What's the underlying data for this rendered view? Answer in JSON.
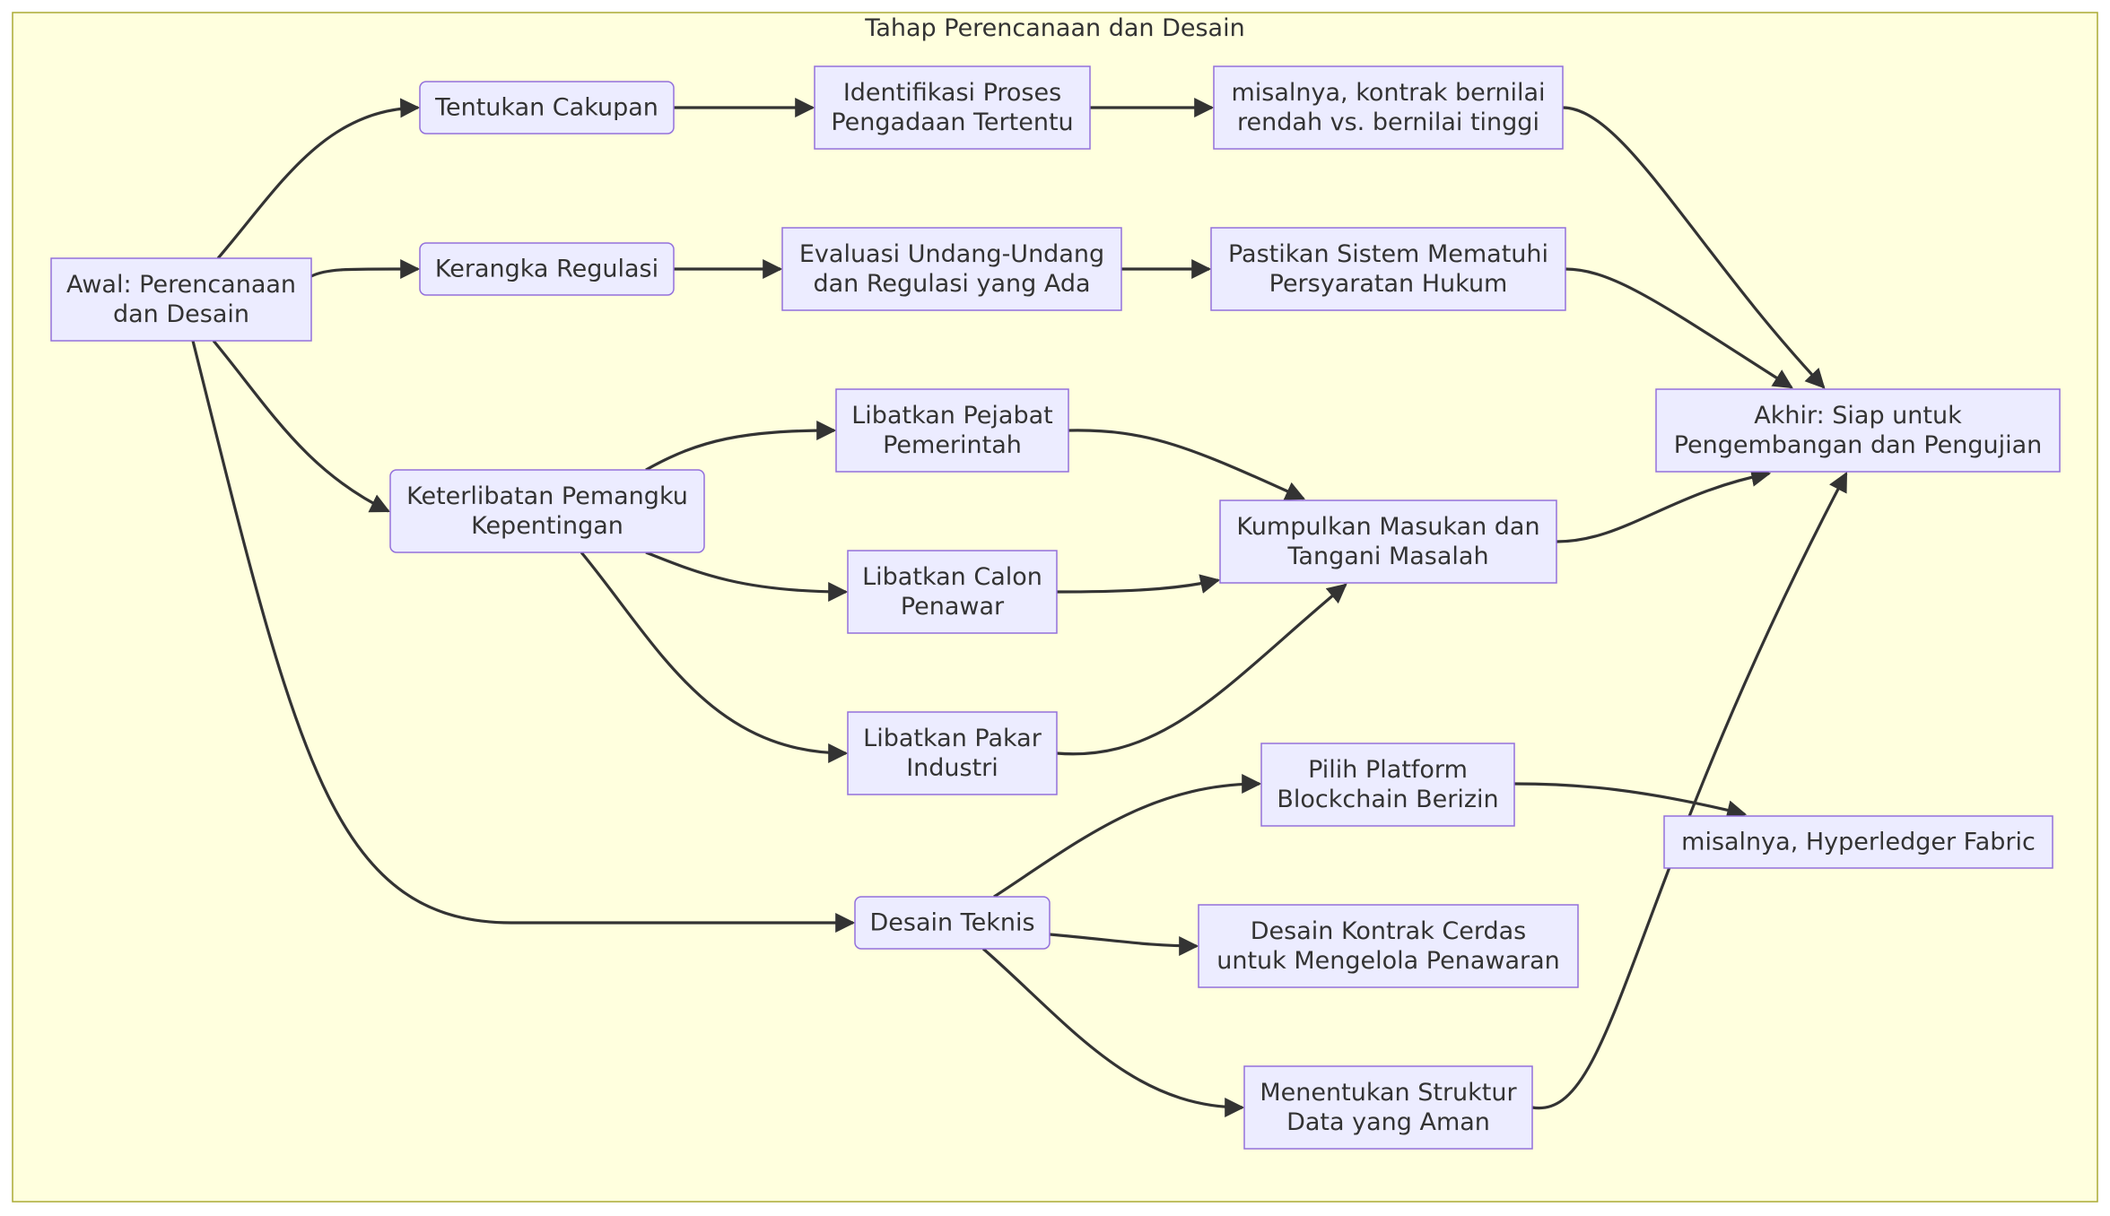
{
  "cluster": {
    "title": "Tahap Perencanaan dan Desain"
  },
  "colors": {
    "cluster_fill": "#ffffde",
    "cluster_stroke": "#aaaa33",
    "node_fill": "#ececff",
    "node_stroke": "#9370db",
    "edge": "#333333",
    "text": "#333333"
  },
  "nodes": {
    "awal": {
      "lines": [
        "Awal: Perencanaan",
        "dan Desain"
      ]
    },
    "tentukan": {
      "lines": [
        "Tentukan Cakupan"
      ]
    },
    "kerangka": {
      "lines": [
        "Kerangka Regulasi"
      ]
    },
    "keterlibatan": {
      "lines": [
        "Keterlibatan Pemangku",
        "Kepentingan"
      ]
    },
    "desain_teknis": {
      "lines": [
        "Desain Teknis"
      ]
    },
    "identifikasi": {
      "lines": [
        "Identifikasi Proses",
        "Pengadaan Tertentu"
      ]
    },
    "evaluasi": {
      "lines": [
        "Evaluasi Undang-Undang",
        "dan Regulasi yang Ada"
      ]
    },
    "pejabat": {
      "lines": [
        "Libatkan Pejabat",
        "Pemerintah"
      ]
    },
    "calon": {
      "lines": [
        "Libatkan Calon",
        "Penawar"
      ]
    },
    "pakar": {
      "lines": [
        "Libatkan Pakar",
        "Industri"
      ]
    },
    "kontrak_nilai": {
      "lines": [
        "misalnya, kontrak bernilai",
        "rendah vs. bernilai tinggi"
      ]
    },
    "pastikan": {
      "lines": [
        "Pastikan Sistem Mematuhi",
        "Persyaratan Hukum"
      ]
    },
    "kumpulkan": {
      "lines": [
        "Kumpulkan Masukan dan",
        "Tangani Masalah"
      ]
    },
    "pilih_platform": {
      "lines": [
        "Pilih Platform",
        "Blockchain Berizin"
      ]
    },
    "kontrak_cerdas": {
      "lines": [
        "Desain Kontrak Cerdas",
        "untuk Mengelola Penawaran"
      ]
    },
    "struktur_data": {
      "lines": [
        "Menentukan Struktur",
        "Data yang Aman"
      ]
    },
    "akhir": {
      "lines": [
        "Akhir: Siap untuk",
        "Pengembangan dan Pengujian"
      ]
    },
    "hyperledger": {
      "lines": [
        "misalnya, Hyperledger Fabric"
      ]
    }
  },
  "edges": [
    [
      "awal",
      "tentukan"
    ],
    [
      "awal",
      "kerangka"
    ],
    [
      "awal",
      "keterlibatan"
    ],
    [
      "awal",
      "desain_teknis"
    ],
    [
      "tentukan",
      "identifikasi"
    ],
    [
      "identifikasi",
      "kontrak_nilai"
    ],
    [
      "kontrak_nilai",
      "akhir"
    ],
    [
      "kerangka",
      "evaluasi"
    ],
    [
      "evaluasi",
      "pastikan"
    ],
    [
      "pastikan",
      "akhir"
    ],
    [
      "keterlibatan",
      "pejabat"
    ],
    [
      "keterlibatan",
      "calon"
    ],
    [
      "keterlibatan",
      "pakar"
    ],
    [
      "pejabat",
      "kumpulkan"
    ],
    [
      "calon",
      "kumpulkan"
    ],
    [
      "pakar",
      "kumpulkan"
    ],
    [
      "kumpulkan",
      "akhir"
    ],
    [
      "desain_teknis",
      "pilih_platform"
    ],
    [
      "desain_teknis",
      "kontrak_cerdas"
    ],
    [
      "desain_teknis",
      "struktur_data"
    ],
    [
      "pilih_platform",
      "hyperledger"
    ],
    [
      "struktur_data",
      "akhir"
    ]
  ]
}
